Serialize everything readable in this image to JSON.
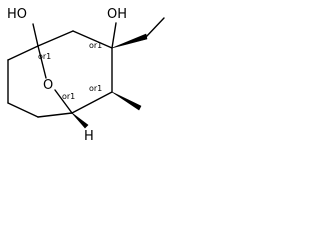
{
  "molecule": {
    "atoms": {
      "ho_left": "HO",
      "oh_top": "OH",
      "bridge_oxygen": "O",
      "hydrogen": "H"
    },
    "stereo_labels": {
      "c1": "or1",
      "c3": "or1",
      "c4": "or1",
      "c5": "or1"
    }
  },
  "colors": {
    "ink": "#000000",
    "background": "#ffffff"
  }
}
